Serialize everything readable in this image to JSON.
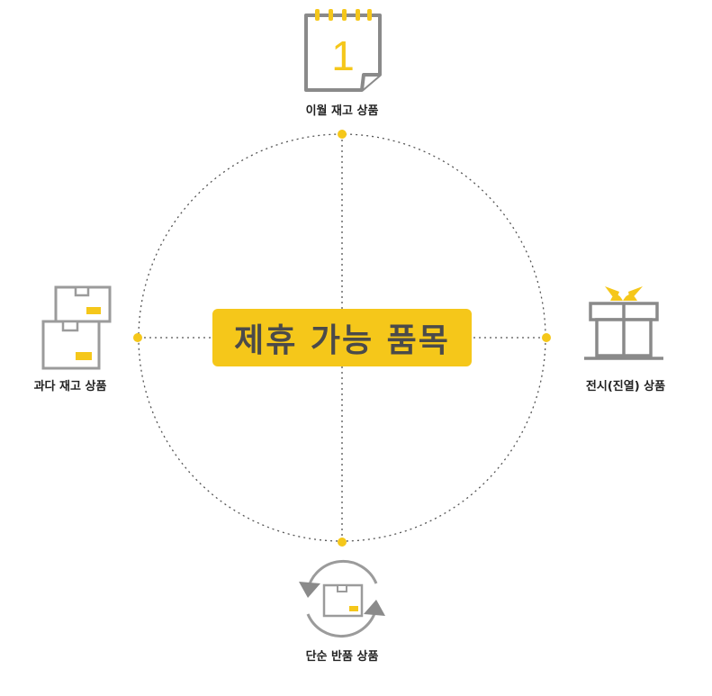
{
  "center": {
    "label": "제휴 가능 품목"
  },
  "nodes": {
    "top": {
      "label": "이월 재고 상품",
      "icon": "calendar-icon",
      "icon_text": "1"
    },
    "left": {
      "label": "과다 재고 상품",
      "icon": "stacked-boxes-icon"
    },
    "right": {
      "label": "전시(진열) 상품",
      "icon": "gift-box-icon"
    },
    "bottom": {
      "label": "단순 반품 상품",
      "icon": "return-cycle-icon"
    }
  },
  "colors": {
    "accent": "#f5c71a",
    "gray": "#9b9b9b",
    "dark_text": "#4a4a4a"
  }
}
